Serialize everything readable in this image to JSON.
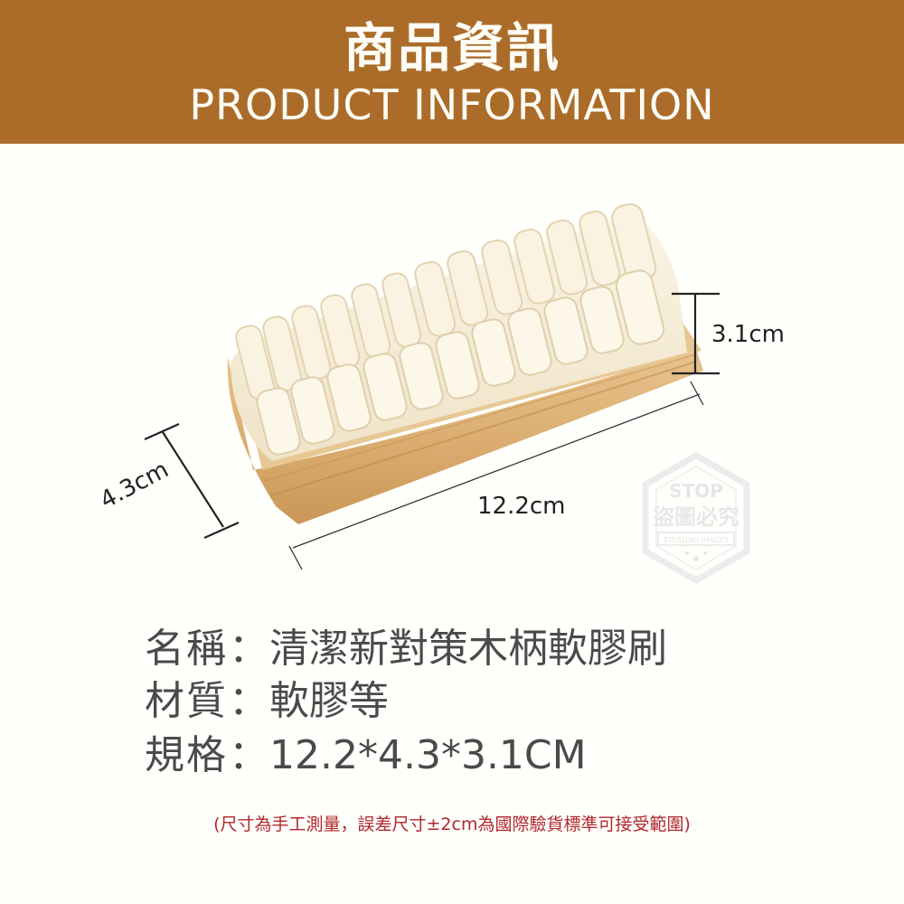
{
  "header": {
    "title_zh": "商品資訊",
    "title_en": "PRODUCT INFORMATION",
    "background_color": "#ab6c2a"
  },
  "product_image": {
    "subject": "wooden-handle-soft-rubber-brush",
    "dimensions": {
      "length_label": "12.2cm",
      "width_label": "4.3cm",
      "height_label": "3.1cm"
    }
  },
  "watermark": {
    "top": "STOP",
    "middle": "盜圖必究",
    "bottom": "STEALING IMAGES"
  },
  "specs": [
    {
      "label": "名稱",
      "sep": "：",
      "value": "清潔新對策木柄軟膠刷"
    },
    {
      "label": "材質",
      "sep": "：",
      "value": "軟膠等"
    },
    {
      "label": "規格",
      "sep": "：",
      "value": "12.2*4.3*3.1CM"
    }
  ],
  "note": "(尺寸為手工測量，誤差尺寸±2cm為國際驗貨標準可接受範圍)",
  "colors": {
    "spec_text": "#4a4a4a",
    "note_text": "#b1262c"
  }
}
